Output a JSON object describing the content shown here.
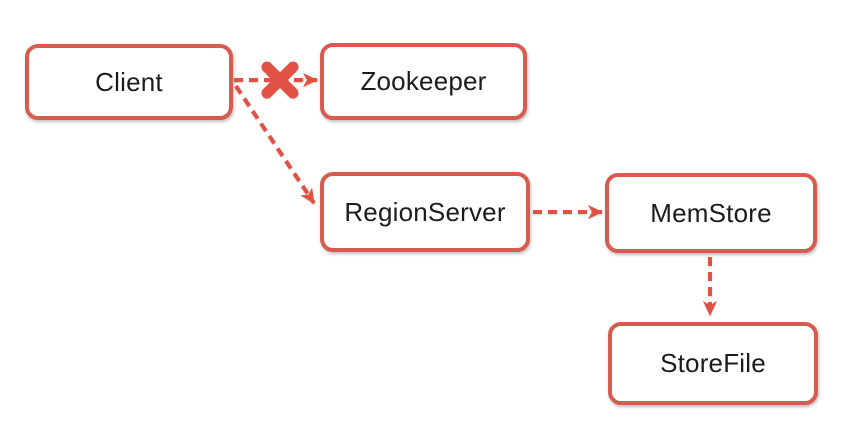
{
  "diagram": {
    "nodes": [
      {
        "id": "client",
        "label": "Client"
      },
      {
        "id": "zookeeper",
        "label": "Zookeeper"
      },
      {
        "id": "regionserver",
        "label": "RegionServer"
      },
      {
        "id": "memstore",
        "label": "MemStore"
      },
      {
        "id": "storefile",
        "label": "StoreFile"
      }
    ],
    "edges": [
      {
        "from": "Client",
        "to": "Zookeeper",
        "style": "dashed-arrow",
        "annotation": "blocked-x"
      },
      {
        "from": "Client",
        "to": "RegionServer",
        "style": "dashed-arrow"
      },
      {
        "from": "RegionServer",
        "to": "MemStore",
        "style": "dashed-arrow"
      },
      {
        "from": "MemStore",
        "to": "StoreFile",
        "style": "dashed-arrow"
      }
    ],
    "colors": {
      "box_border": "#d85b4f",
      "arrow": "#e25244",
      "text": "#1c1c1c",
      "background": "#ffffff"
    }
  }
}
